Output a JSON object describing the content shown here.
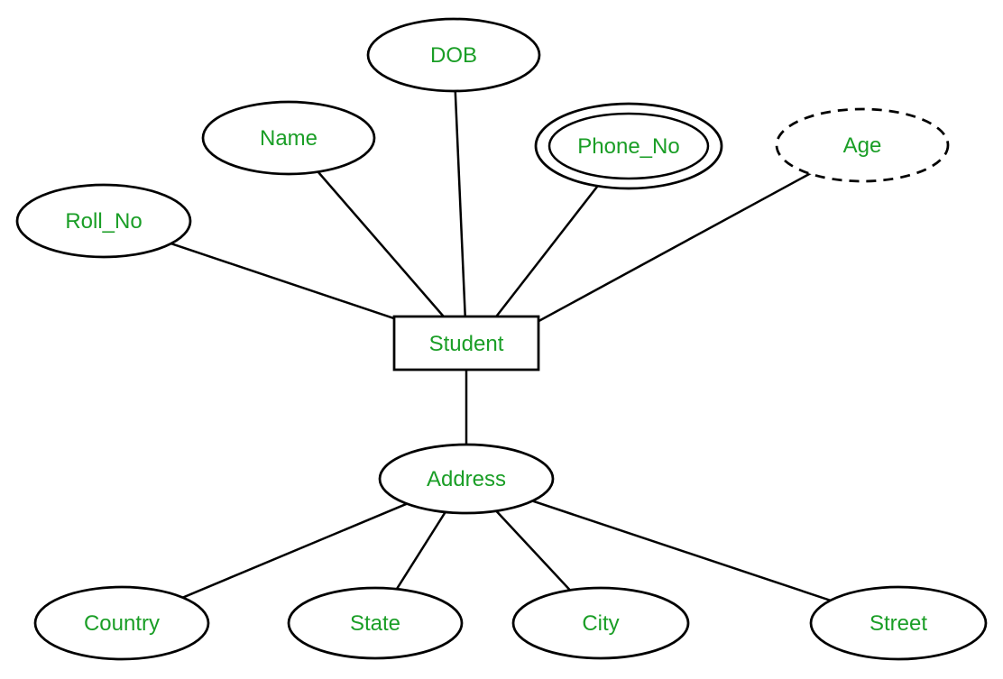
{
  "colors": {
    "label": "#1A9E26",
    "line": "#000000",
    "background": "#ffffff"
  },
  "entity": {
    "label": "Student",
    "shape": "rectangle"
  },
  "attributes": [
    {
      "label": "Roll_No",
      "kind": "simple"
    },
    {
      "label": "Name",
      "kind": "simple"
    },
    {
      "label": "DOB",
      "kind": "simple"
    },
    {
      "label": "Phone_No",
      "kind": "multivalued"
    },
    {
      "label": "Age",
      "kind": "derived"
    },
    {
      "label": "Address",
      "kind": "composite"
    }
  ],
  "address_components": [
    {
      "label": "Country"
    },
    {
      "label": "State"
    },
    {
      "label": "City"
    },
    {
      "label": "Street"
    }
  ]
}
